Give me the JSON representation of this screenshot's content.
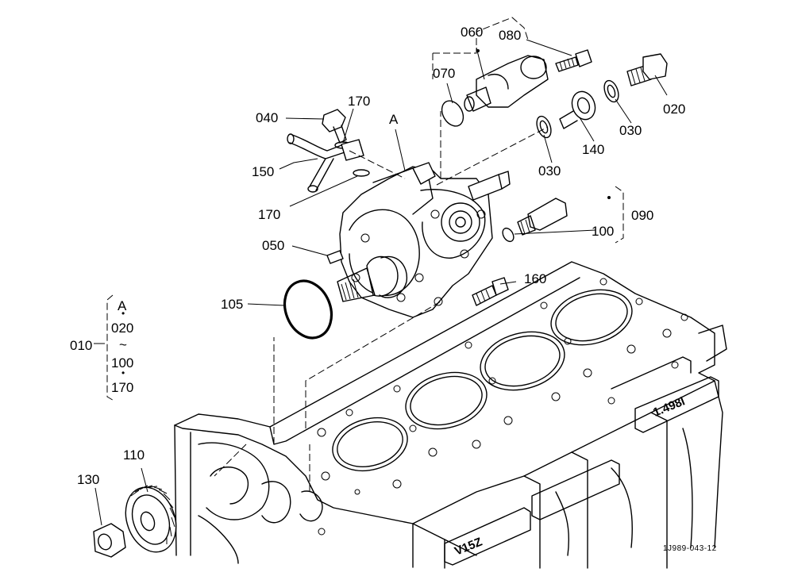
{
  "diagram": {
    "drawing_code": "1J989-043-12",
    "callouts": [
      {
        "id": "c060",
        "text": "060"
      },
      {
        "id": "c080",
        "text": "080"
      },
      {
        "id": "c070",
        "text": "070"
      },
      {
        "id": "c170a",
        "text": "170"
      },
      {
        "id": "c040",
        "text": "040"
      },
      {
        "id": "cA",
        "text": "A"
      },
      {
        "id": "c020",
        "text": "020"
      },
      {
        "id": "c030a",
        "text": "030"
      },
      {
        "id": "c140",
        "text": "140"
      },
      {
        "id": "c030b",
        "text": "030"
      },
      {
        "id": "c150",
        "text": "150"
      },
      {
        "id": "c170b",
        "text": "170"
      },
      {
        "id": "c090",
        "text": "090"
      },
      {
        "id": "c100",
        "text": "100"
      },
      {
        "id": "c050",
        "text": "050"
      },
      {
        "id": "c160",
        "text": "160"
      },
      {
        "id": "c105",
        "text": "105"
      },
      {
        "id": "c110",
        "text": "110"
      },
      {
        "id": "c130",
        "text": "130"
      }
    ],
    "assembly": {
      "label": "010",
      "items": [
        "A",
        "020",
        "~",
        "100",
        "170"
      ]
    },
    "block_stamps": [
      "1.498l",
      "V15Z"
    ]
  }
}
